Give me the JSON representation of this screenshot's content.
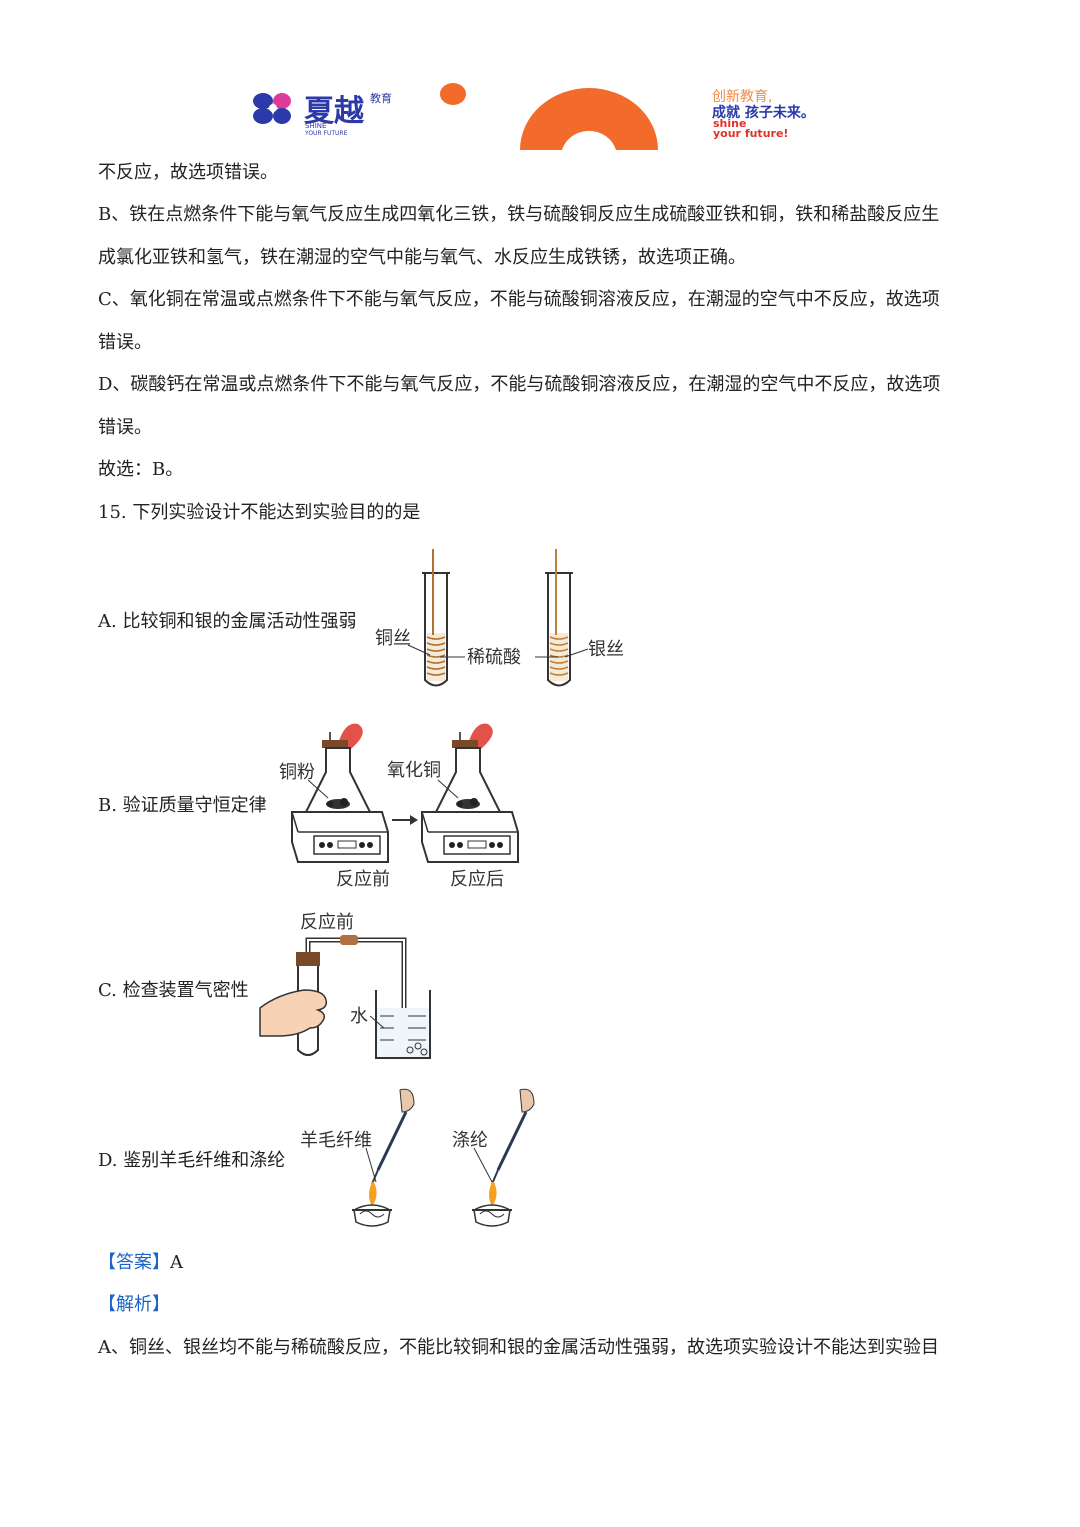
{
  "header": {
    "brand_name": "夏越",
    "brand_suffix": "教育",
    "brand_en_1": "SHINE",
    "brand_en_2": "YOUR FUTURE",
    "slogan_1": "创新教育,",
    "slogan_2": "成就 孩子未来。",
    "slogan_3": "shine",
    "slogan_4": "your future!",
    "colors": {
      "brand_blue": "#2b3aa8",
      "accent_orange": "#f26b2a",
      "slogan_red": "#e0322a"
    }
  },
  "body": {
    "lines": [
      "不反应，故选项错误。",
      "B、铁在点燃条件下能与氧气反应生成四氧化三铁，铁与硫酸铜反应生成硫酸亚铁和铜，铁和稀盐酸反应生",
      "成氯化亚铁和氢气，铁在潮湿的空气中能与氧气、水反应生成铁锈，故选项正确。",
      "C、氧化铜在常温或点燃条件下不能与氧气反应，不能与硫酸铜溶液反应，在潮湿的空气中不反应，故选项",
      "错误。",
      "D、碳酸钙在常温或点燃条件下不能与氧气反应，不能与硫酸铜溶液反应，在潮湿的空气中不反应，故选项",
      "错误。",
      "故选：B。",
      "15. 下列实验设计不能达到实验目的的是"
    ]
  },
  "options": {
    "A": {
      "label": "A. 比较铜和银的金属活动性强弱",
      "fig": {
        "copper": "铜丝",
        "acid": "稀硫酸",
        "silver": "银丝"
      }
    },
    "B": {
      "label": "B. 验证质量守恒定律",
      "fig": {
        "left_substance": "铜粉",
        "right_substance": "氧化铜",
        "before": "反应前",
        "after": "反应后"
      }
    },
    "C": {
      "label": "C. 检查装置气密性",
      "fig": {
        "top": "反应前",
        "water": "水"
      }
    },
    "D": {
      "label": "D. 鉴别羊毛纤维和涤纶",
      "fig": {
        "wool": "羊毛纤维",
        "polyester": "涤纶"
      }
    }
  },
  "answer": {
    "tag": "【答案】",
    "value": "A"
  },
  "analysis": {
    "tag": "【解析】",
    "line": "A、铜丝、银丝均不能与稀硫酸反应，不能比较铜和银的金属活动性强弱，故选项实验设计不能达到实验目"
  }
}
